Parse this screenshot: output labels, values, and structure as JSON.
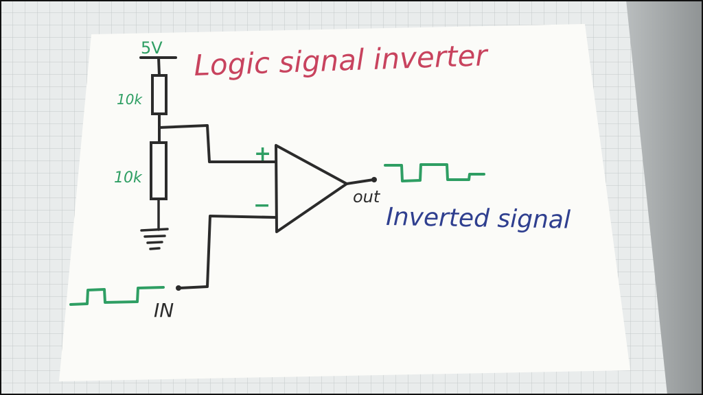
{
  "diagram": {
    "title": "Logic signal inverter",
    "supply_label": "5V",
    "resistor_top_label": "10k",
    "resistor_bottom_label": "10k",
    "plus_label": "+",
    "minus_label": "−",
    "output_label": "out",
    "input_label": "IN",
    "caption": "Inverted signal"
  },
  "colors": {
    "title": "#c8435e",
    "green": "#2e9e63",
    "blue": "#2f3f8f",
    "ink": "#2b2b2b",
    "paper": "#fbfbf8",
    "grid_bg": "#e9ecec",
    "grid_line": "#c3c8c9"
  }
}
